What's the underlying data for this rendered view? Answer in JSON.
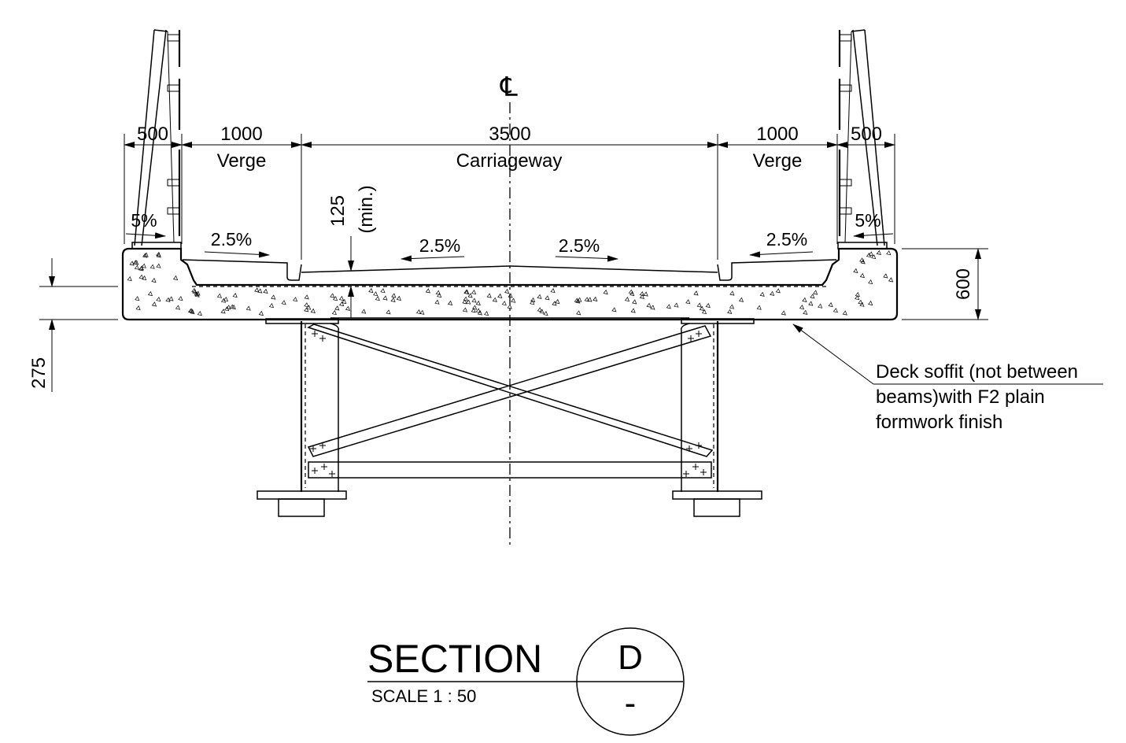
{
  "centerline": {
    "symbol": "℄"
  },
  "dimensions": {
    "left_parapet": "500",
    "left_verge": "1000",
    "carriageway": "3500",
    "right_verge": "1000",
    "right_parapet": "500",
    "depth_overall": "600",
    "kerb_min_value": "125",
    "kerb_min_note": "(min.)",
    "haunch": "275"
  },
  "labels": {
    "left_verge": "Verge",
    "carriageway": "Carriageway",
    "right_verge": "Verge"
  },
  "falls": {
    "left_parapet": "5%",
    "left_verge": "2.5%",
    "carriageway_left": "2.5%",
    "carriageway_right": "2.5%",
    "right_verge": "2.5%",
    "right_parapet": "5%"
  },
  "note": {
    "line1": "Deck soffit (not between",
    "line2": "beams)with F2 plain",
    "line3": "formwork finish"
  },
  "title_block": {
    "title": "SECTION",
    "scale": "SCALE 1 : 50",
    "section_letter": "D",
    "sheet_ref": "-"
  }
}
